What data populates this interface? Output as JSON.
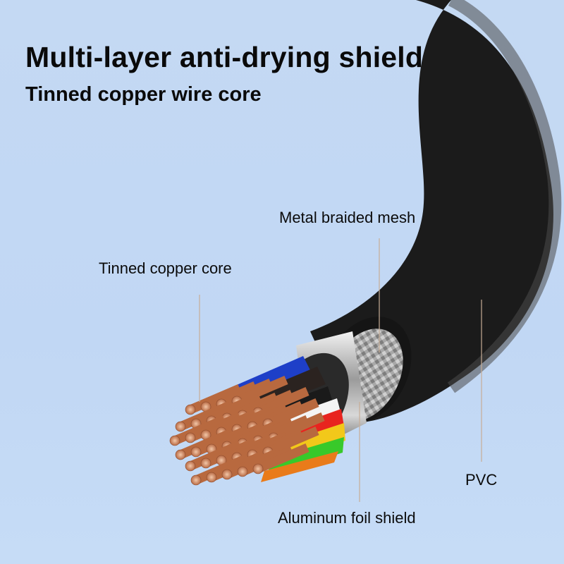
{
  "header": {
    "title": "Multi-layer anti-drying shield",
    "subtitle": "Tinned copper wire core"
  },
  "callouts": [
    {
      "id": "metal-braided-mesh",
      "label": "Metal braided mesh"
    },
    {
      "id": "tinned-copper-core",
      "label": "Tinned copper core"
    },
    {
      "id": "pvc",
      "label": "PVC"
    },
    {
      "id": "aluminum-foil-shield",
      "label": "Aluminum foil shield"
    }
  ],
  "colors": {
    "background": "#c4d9f3",
    "jacket": "#1c1c1c",
    "copper": "#c87a55",
    "leader_line": "#c7ad96",
    "wires": [
      "#1e3fc8",
      "#2b2320",
      "#1a1a1a",
      "#f4f4f4",
      "#e8241f",
      "#f2c81a",
      "#38c92a",
      "#e97b1a"
    ]
  }
}
